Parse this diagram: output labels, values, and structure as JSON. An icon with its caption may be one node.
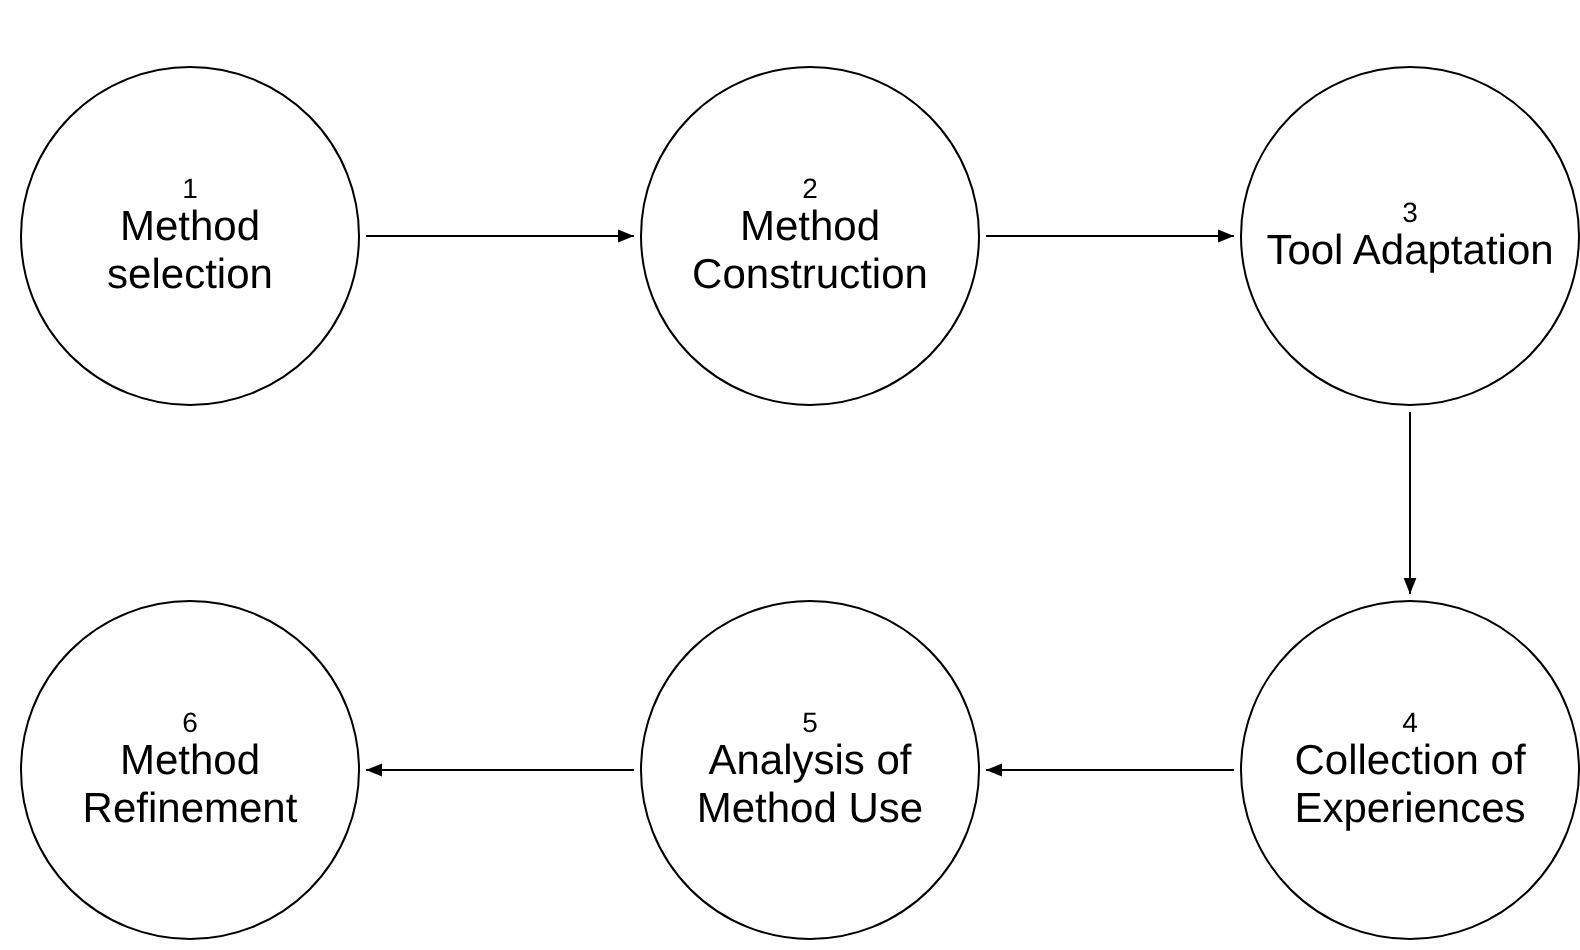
{
  "diagram": {
    "nodes": [
      {
        "text": [
          "1",
          "Method selection"
        ]
      },
      {
        "text": [
          "2",
          "Method Construction"
        ]
      },
      {
        "text": [
          "3",
          "Tool Adaptation"
        ]
      },
      {
        "text": [
          "4",
          "Collection of Experiences"
        ]
      },
      {
        "text": [
          "5",
          "Analysis of Method Use"
        ]
      },
      {
        "text": [
          "6",
          "Method Refinement"
        ]
      }
    ],
    "edges": [
      {
        "from": 0,
        "to": 1,
        "arrow": "to"
      },
      {
        "from": 1,
        "to": 2,
        "arrow": "to"
      },
      {
        "from": 2,
        "to": 3,
        "arrow": "to"
      },
      {
        "from": 3,
        "to": 4,
        "arrow": "to"
      },
      {
        "from": 4,
        "to": 5,
        "arrow": "to"
      }
    ]
  }
}
